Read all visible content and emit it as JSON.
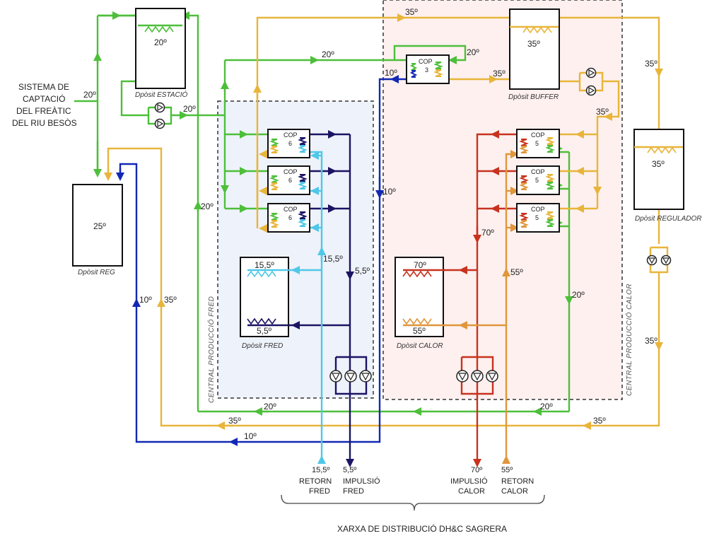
{
  "colors": {
    "green": "#4dbf3a",
    "yellow": "#e8b53a",
    "blue": "#1228b4",
    "navy": "#1b1464",
    "cyan": "#4fc7e8",
    "red": "#c8321e",
    "orange": "#e0963a",
    "cold_zone_bg": "#eef2fa",
    "hot_zone_bg": "#fdf0ef"
  },
  "source": {
    "lines": [
      "SISTEMA DE",
      "CAPTACIÓ",
      "DEL FREÀTIC",
      "DEL RIU BESÒS"
    ]
  },
  "tanks": {
    "estacio": {
      "name": "Dpòsit ESTACIÓ",
      "temp": "20º"
    },
    "reg": {
      "name": "Dpòsit REG",
      "temp": "25º"
    },
    "buffer": {
      "name": "Dpòsit BUFFER",
      "temp": "35º"
    },
    "regulador": {
      "name": "Dpòsit  REGULADOR",
      "temp": "35º"
    },
    "fred": {
      "name": "Dpòsit FRED",
      "temp_top": "15,5º",
      "temp_bottom": "5,5º"
    },
    "calor": {
      "name": "Dpòsit CALOR",
      "temp_top": "70º",
      "temp_bottom": "55º"
    }
  },
  "heat_pumps": {
    "cop_label": "COP",
    "booster": {
      "cop": "3"
    },
    "cold": [
      {
        "cop": "6"
      },
      {
        "cop": "6"
      },
      {
        "cop": "6"
      }
    ],
    "hot": [
      {
        "cop": "5"
      },
      {
        "cop": "5"
      },
      {
        "cop": "5"
      }
    ]
  },
  "zones": {
    "cold": "CENTRAL PRODUCCIÓ FRED",
    "hot": "CENTRAL PRODUCCIÓ CALOR"
  },
  "temperature_labels": {
    "source_in": "20º",
    "estacio_out": "20º",
    "green_top": "20º",
    "booster_green": "20º",
    "booster_blue": "10º",
    "booster_out": "35º",
    "top_yellow": "35º",
    "regulador_in": "35º",
    "buffer_pump_out": "35º",
    "green_left_vertical": "20º",
    "blue_vertical": "10º",
    "cyan_return": "15,5º",
    "navy_supply": "5,5º",
    "red_supply": "70º",
    "orange_return": "55º",
    "green_right_vertical": "20º",
    "reg_blue": "10º",
    "reg_yellow": "35º",
    "regulador_out": "35º",
    "bottom_green_left": "20º",
    "bottom_green_right": "20º",
    "bottom_yellow_left": "35º",
    "bottom_yellow_right": "35º",
    "bottom_blue": "10º"
  },
  "outputs": [
    {
      "temp": "15,5º",
      "line1": "RETORN",
      "line2": "FRED"
    },
    {
      "temp": "5,5º",
      "line1": "IMPULSIÓ",
      "line2": "FRED"
    },
    {
      "temp": "70º",
      "line1": "IMPULSIÓ",
      "line2": "CALOR"
    },
    {
      "temp": "55º",
      "line1": "RETORN",
      "line2": "CALOR"
    }
  ],
  "network_title": "XARXA DE DISTRIBUCIÓ DH&C SAGRERA"
}
